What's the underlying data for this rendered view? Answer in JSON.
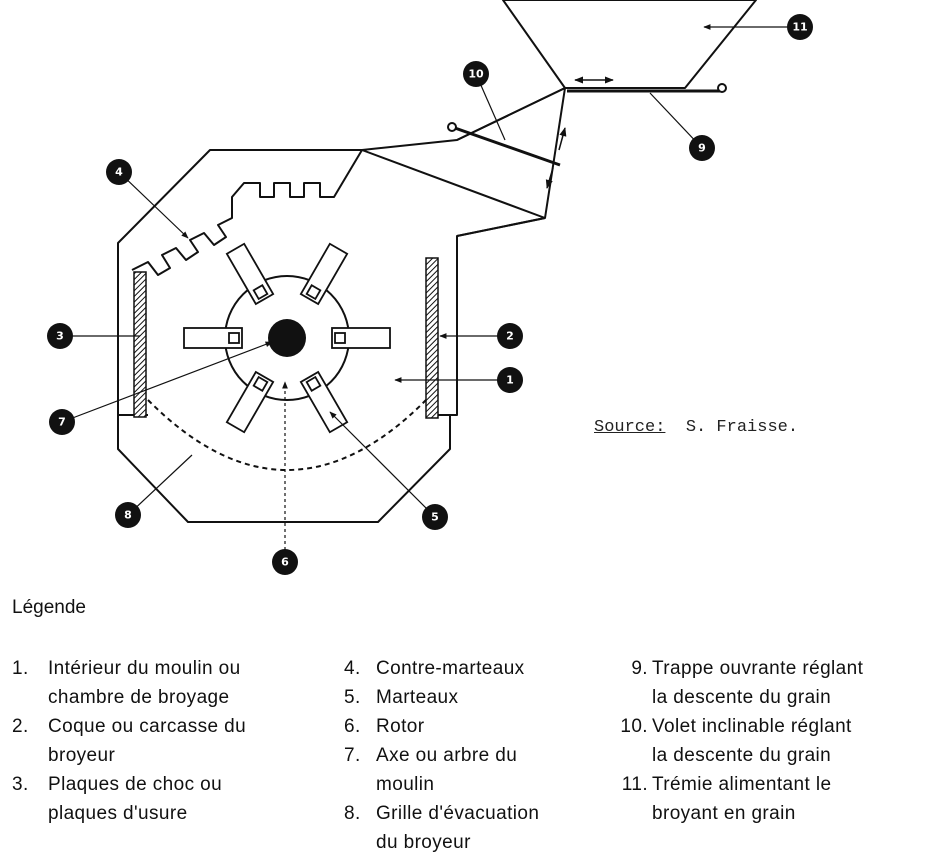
{
  "callouts": [
    "1",
    "2",
    "3",
    "4",
    "5",
    "6",
    "7",
    "8",
    "9",
    "10",
    "11"
  ],
  "source": {
    "label": "Source:",
    "value": "S. Fraisse."
  },
  "legend": {
    "title": "Légende",
    "columns": [
      [
        {
          "num": "1.",
          "lines": [
            "Intérieur du moulin ou",
            "chambre de broyage"
          ]
        },
        {
          "num": "2.",
          "lines": [
            "Coque ou carcasse du",
            "broyeur"
          ]
        },
        {
          "num": "3.",
          "lines": [
            "Plaques de choc ou",
            "plaques d'usure"
          ]
        }
      ],
      [
        {
          "num": "4.",
          "lines": [
            "Contre-marteaux"
          ]
        },
        {
          "num": "5.",
          "lines": [
            "Marteaux"
          ]
        },
        {
          "num": "6.",
          "lines": [
            "Rotor"
          ]
        },
        {
          "num": "7.",
          "lines": [
            "Axe ou arbre du",
            "moulin"
          ]
        },
        {
          "num": "8.",
          "lines": [
            "Grille d'évacuation",
            "du broyeur"
          ]
        }
      ],
      [
        {
          "num": "9.",
          "lines": [
            "Trappe ouvrante réglant",
            "la descente du grain"
          ]
        },
        {
          "num": "10.",
          "lines": [
            "Volet inclinable réglant",
            "la descente du grain"
          ]
        },
        {
          "num": "11.",
          "lines": [
            "Trémie alimentant le",
            "broyant en grain"
          ]
        }
      ]
    ]
  }
}
